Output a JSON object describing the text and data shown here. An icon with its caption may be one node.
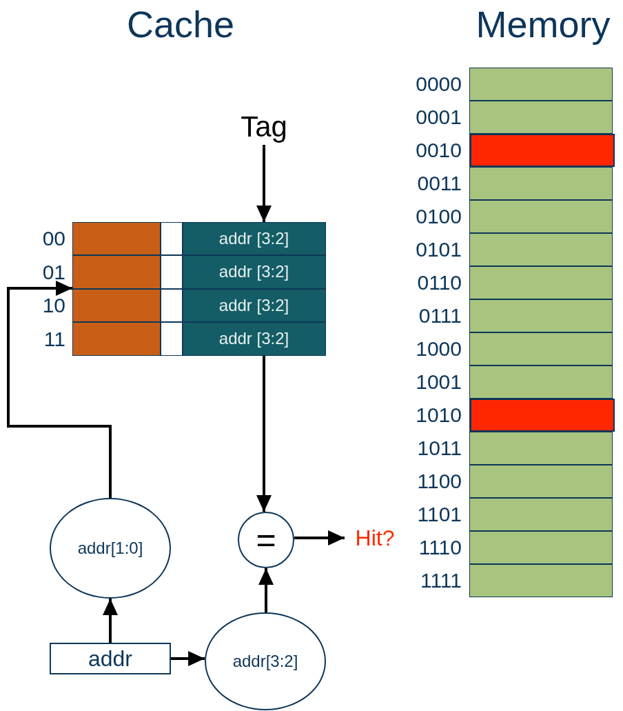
{
  "diagram": {
    "nodes": [
      {
        "text": [
          "Tag"
        ]
      },
      {
        "text": [],
        "shape": "box"
      },
      {
        "text": [
          "addr [3:2]"
        ],
        "in": 1
      },
      {
        "text": [
          "addr [3:2]"
        ],
        "in": 1
      },
      {
        "text": [
          "addr [3:2]"
        ],
        "in": 1
      },
      {
        "text": [
          "addr [3:2]"
        ],
        "in": 1
      },
      {
        "text": [
          "="
        ]
      },
      {
        "text": [
          "Hit?"
        ]
      },
      {
        "text": [
          "addr[1:0]"
        ]
      },
      {
        "text": [
          "addr"
        ]
      },
      {
        "text": [
          "addr[3:2]"
        ]
      }
    ],
    "edges": [
      {
        "from": 0,
        "to": 1,
        "arrow": "to"
      },
      {
        "from": 1,
        "to": 6,
        "arrow": "to"
      },
      {
        "from": 6,
        "to": 7,
        "arrow": "to"
      },
      {
        "from": 8,
        "to": 1,
        "arrow": "to"
      },
      {
        "from": 9,
        "to": 8,
        "arrow": "to"
      },
      {
        "from": 9,
        "to": 10,
        "arrow": "to"
      },
      {
        "from": 10,
        "to": 6,
        "arrow": "to"
      }
    ],
    "labels": [
      "Cache",
      "Memory",
      "0000",
      "0001",
      "0010",
      "0011",
      "0100",
      "0101",
      "0110",
      "0111",
      "1000",
      "1001",
      "1010",
      "1011",
      "1100",
      "1101",
      "1110",
      "1111",
      "00",
      "01",
      "10",
      "11"
    ]
  }
}
